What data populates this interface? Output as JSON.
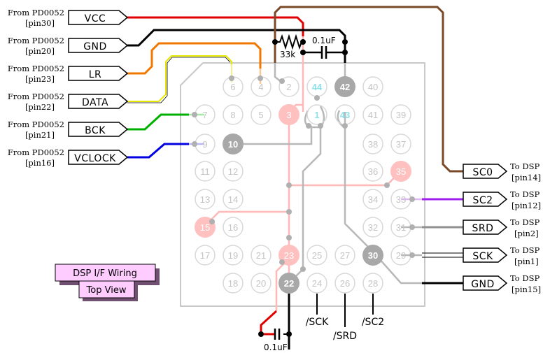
{
  "left_labels": [
    {
      "from": "From PD0052",
      "pin": "[pin30]",
      "signal": "VCC"
    },
    {
      "from": "From PD0052",
      "pin": "[pin20]",
      "signal": "GND"
    },
    {
      "from": "From PD0052",
      "pin": "[pin23]",
      "signal": "LR"
    },
    {
      "from": "From PD0052",
      "pin": "[pin22]",
      "signal": "DATA"
    },
    {
      "from": "From PD0052",
      "pin": "[pin21]",
      "signal": "BCK"
    },
    {
      "from": "From PD0052",
      "pin": "[pin16]",
      "signal": "VCLOCK"
    }
  ],
  "right_labels": [
    {
      "signal": "SC0",
      "to": "To DSP",
      "pin": "[pin14]"
    },
    {
      "signal": "SC2",
      "to": "To DSP",
      "pin": "[pin12]"
    },
    {
      "signal": "SRD",
      "to": "To DSP",
      "pin": "[pin2]"
    },
    {
      "signal": "SCK",
      "to": "To DSP",
      "pin": "[pin1]"
    },
    {
      "signal": "GND",
      "to": "To DSP",
      "pin": "[pin15]"
    }
  ],
  "pins": {
    "p6": "6",
    "p4": "4",
    "p2": "2",
    "p44": "44",
    "p42": "42",
    "p40": "40",
    "p7": "7",
    "p8": "8",
    "p5": "5",
    "p3": "3",
    "p1": "1",
    "p43": "43",
    "p41": "41",
    "p39": "39",
    "p9": "9",
    "p10": "10",
    "p38": "38",
    "p37": "37",
    "p11": "11",
    "p12": "12",
    "p36": "36",
    "p35": "35",
    "p13": "13",
    "p14": "14",
    "p34": "34",
    "p33": "33",
    "p15": "15",
    "p16": "16",
    "p32": "32",
    "p31": "31",
    "p17": "17",
    "p19": "19",
    "p21": "21",
    "p23": "23",
    "p25": "25",
    "p27": "27",
    "p30": "30",
    "p29": "29",
    "p18": "18",
    "p20": "20",
    "p22": "22",
    "p24": "24",
    "p26": "26",
    "p28": "28"
  },
  "components": {
    "resistor_label": "33k",
    "cap_top_label": "0.1uF",
    "cap_bottom_label": "0.1uF"
  },
  "bottom_labels": {
    "sck": "/SCK",
    "srd": "/SRD",
    "sc2": "/SC2"
  },
  "title_box": {
    "line1": "DSP I/F Wiring",
    "line2": "Top View"
  },
  "colors": {
    "vcc": "#e00000",
    "gnd": "#000000",
    "lr": "#f07800",
    "data": "#e8e800",
    "bck": "#00b000",
    "vclock": "#0000e0",
    "sc0": "#7a4a28",
    "sc2": "#a020f0",
    "srd": "#909090",
    "pink": "#ffc8c8",
    "gray": "#c0c0c0",
    "title_fill": "#ffccff"
  }
}
